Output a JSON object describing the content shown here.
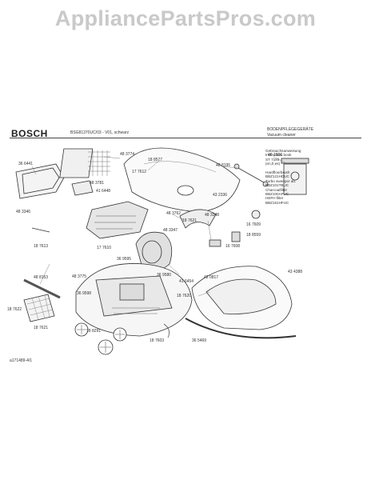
{
  "watermark": "AppliancePartsPros.com",
  "header": {
    "brand": "BOSCH",
    "model_line": "BSG81370UC/03 - V01, schwarz",
    "category_de": "BODENPFLEGEGERÄTE",
    "category_en": "Vacuum cleaner"
  },
  "doc_number": "a171489-4/1",
  "accessories": [
    "Gebrauchsanweisung",
    "Instruction book",
    "ST 7193",
    "(en,fr,es)",
    "",
    "Hardfloorbrush",
    "BBZ121HDUC",
    "Turbo sweeper att.",
    "BBZ101TBUC",
    "Charcoalfilter",
    "BBZ100AFUC",
    "HEPA-filter",
    "BBZ151HFUC"
  ],
  "parts": [
    {
      "num": "36 6441"
    },
    {
      "num": "48 3774"
    },
    {
      "num": "18 8577"
    },
    {
      "num": "17 7612"
    },
    {
      "num": "48 3781"
    },
    {
      "num": "41 6448"
    },
    {
      "num": "48 3346"
    },
    {
      "num": "43 2336"
    },
    {
      "num": "48 8195"
    },
    {
      "num": "46 1606"
    },
    {
      "num": "18 7613"
    },
    {
      "num": "17 7610"
    },
    {
      "num": "36 9595"
    },
    {
      "num": "48 3762"
    },
    {
      "num": "48 3347"
    },
    {
      "num": "18 7621"
    },
    {
      "num": "48 3348"
    },
    {
      "num": "16 7609"
    },
    {
      "num": "18 8559"
    },
    {
      "num": "16 7608"
    },
    {
      "num": "48 8153"
    },
    {
      "num": "48 3775"
    },
    {
      "num": "36 9580"
    },
    {
      "num": "41 6454"
    },
    {
      "num": "42 0817"
    },
    {
      "num": "36 9598"
    },
    {
      "num": "18 7620"
    },
    {
      "num": "43 4388"
    },
    {
      "num": "18 7622"
    },
    {
      "num": "18 7621"
    },
    {
      "num": "18 8291"
    },
    {
      "num": "18 7603"
    },
    {
      "num": "36 5469"
    }
  ]
}
